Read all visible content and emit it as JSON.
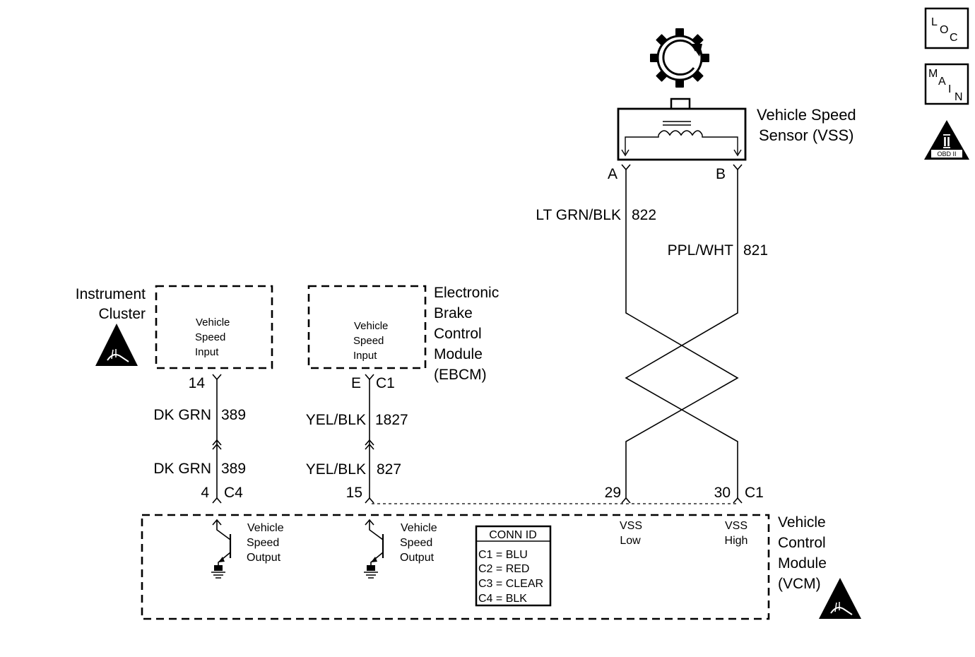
{
  "nav_icons": {
    "loc": [
      "L",
      "O",
      "C"
    ],
    "main": [
      "M",
      "A",
      "I",
      "N"
    ],
    "obd": {
      "numeral": "II",
      "label": "OBD II"
    }
  },
  "vss": {
    "name_line1": "Vehicle Speed",
    "name_line2": "Sensor (VSS)",
    "pin_a": "A",
    "pin_b": "B"
  },
  "wires": {
    "a_color": "LT GRN/BLK",
    "a_circuit": "822",
    "b_color": "PPL/WHT",
    "b_circuit": "821",
    "cluster_upper_color": "DK GRN",
    "cluster_upper_circuit": "389",
    "cluster_lower_color": "DK GRN",
    "cluster_lower_circuit": "389",
    "ebcm_upper_color": "YEL/BLK",
    "ebcm_upper_circuit": "1827",
    "ebcm_lower_color": "YEL/BLK",
    "ebcm_lower_circuit": "827"
  },
  "cluster": {
    "name_line1": "Instrument",
    "name_line2": "Cluster",
    "input_line1": "Vehicle",
    "input_line2": "Speed",
    "input_line3": "Input",
    "pin": "14"
  },
  "ebcm": {
    "name_line1": "Electronic",
    "name_line2": "Brake",
    "name_line3": "Control",
    "name_line4": "Module",
    "name_line5": "(EBCM)",
    "input_line1": "Vehicle",
    "input_line2": "Speed",
    "input_line3": "Input",
    "pin": "E",
    "connector": "C1"
  },
  "vcm": {
    "name_line1": "Vehicle",
    "name_line2": "Control",
    "name_line3": "Module",
    "name_line4": "(VCM)",
    "pin_cluster": "4",
    "conn_cluster": "C4",
    "pin_ebcm": "15",
    "pin_vss_low": "29",
    "pin_vss_high": "30",
    "conn_vss": "C1",
    "output1_line1": "Vehicle",
    "output1_line2": "Speed",
    "output1_line3": "Output",
    "output2_line1": "Vehicle",
    "output2_line2": "Speed",
    "output2_line3": "Output",
    "vss_low_line1": "VSS",
    "vss_low_line2": "Low",
    "vss_high_line1": "VSS",
    "vss_high_line2": "High"
  },
  "conn_id": {
    "title": "CONN ID",
    "rows": [
      "C1 = BLU",
      "C2 = RED",
      "C3 = CLEAR",
      "C4 = BLK"
    ]
  }
}
